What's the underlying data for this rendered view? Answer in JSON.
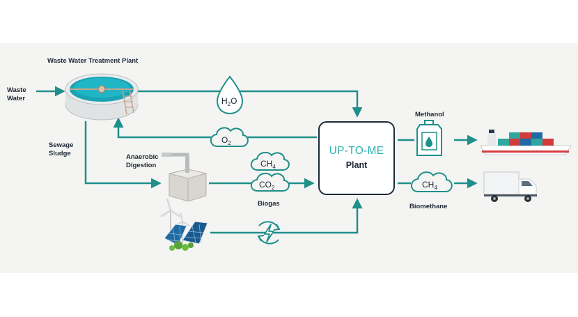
{
  "labels": {
    "plant_title": "Waste Water Treatment Plant",
    "waste_water": "Waste\nWater",
    "sewage_sludge": "Sewage\nSludge",
    "anaerobic_digestion": "Anaerobic\nDigestion",
    "biogas": "Biogas",
    "methanol": "Methanol",
    "biomethane": "Biomethane"
  },
  "hub": {
    "title": "UP-TO-ME",
    "subtitle": "Plant"
  },
  "molecules": {
    "water": {
      "base": "H",
      "sub": "2",
      "tail": "O"
    },
    "oxygen": {
      "base": "O",
      "sub": "2"
    },
    "methane": {
      "base": "CH",
      "sub": "4"
    },
    "co2": {
      "base": "CO",
      "sub": "2"
    },
    "methane_out": {
      "base": "CH",
      "sub": "4"
    }
  },
  "colors": {
    "flow": "#1f8f8a",
    "accent": "#2bb3ad",
    "outline": "#1d2a3a",
    "panel": "#f4f4f3"
  },
  "icons": [
    "water-droplet-icon",
    "oxygen-cloud-icon",
    "methane-cloud-icon",
    "co2-cloud-icon",
    "renewable-energy-icon",
    "methanol-canister-icon",
    "container-ship-icon",
    "delivery-truck-icon",
    "clarifier-tank-icon",
    "digester-tank-icon",
    "solar-wind-icon"
  ]
}
